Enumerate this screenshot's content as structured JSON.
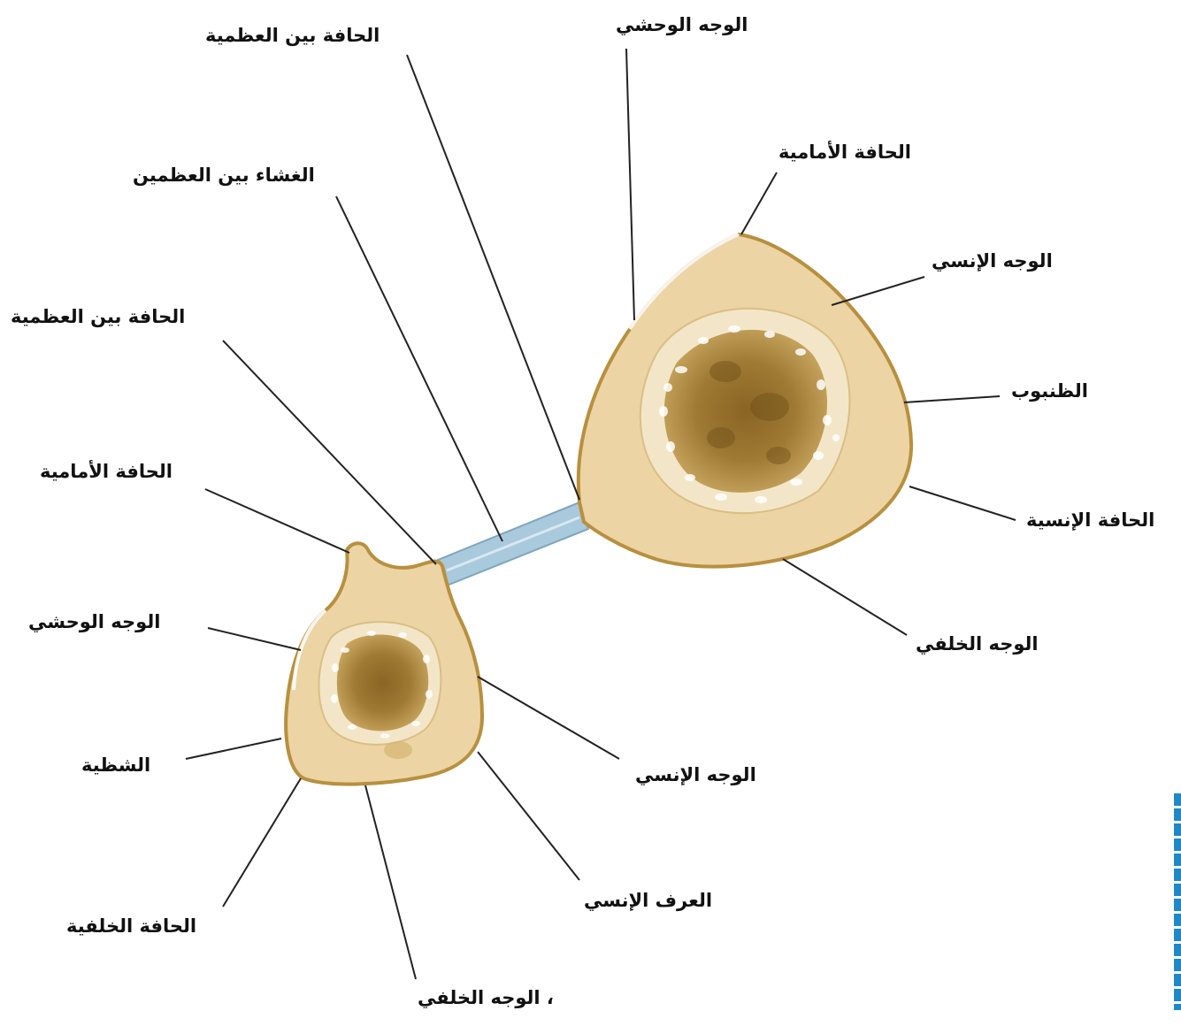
{
  "labels": {
    "interosseous_border_top": "الحافة بين العظمية",
    "lateral_surface_tibia": "الوجه الوحشي",
    "anterior_border_tibia": "الحافة الأمامية",
    "medial_surface_tibia": "الوجه الإنسي",
    "tibia": "الظنبوب",
    "medial_border_tibia": "الحافة الإنسية",
    "posterior_surface_tibia": "الوجه الخلفي",
    "interosseous_membrane": "الغشاء بين العظمين",
    "interosseous_border_fibula": "الحافة بين العظمية",
    "anterior_border_fibula": "الحافة الأمامية",
    "lateral_surface_fibula": "الوجه الوحشي",
    "fibula": "الشظية",
    "medial_surface_fibula": "الوجه الإنسي",
    "posterior_border_fibula": "الحافة الخلفية",
    "medial_crest_fibula": "العرف الإنسي",
    "posterior_surface_fibula": "، الوجه الخلفي"
  },
  "colors": {
    "bone": "#ecd4a4",
    "bone_outline": "#b8903e",
    "marrow": "#8c6a28",
    "membrane": "#a9c9dc",
    "leader": "#222222",
    "accent_bar": "#1e88c8"
  }
}
